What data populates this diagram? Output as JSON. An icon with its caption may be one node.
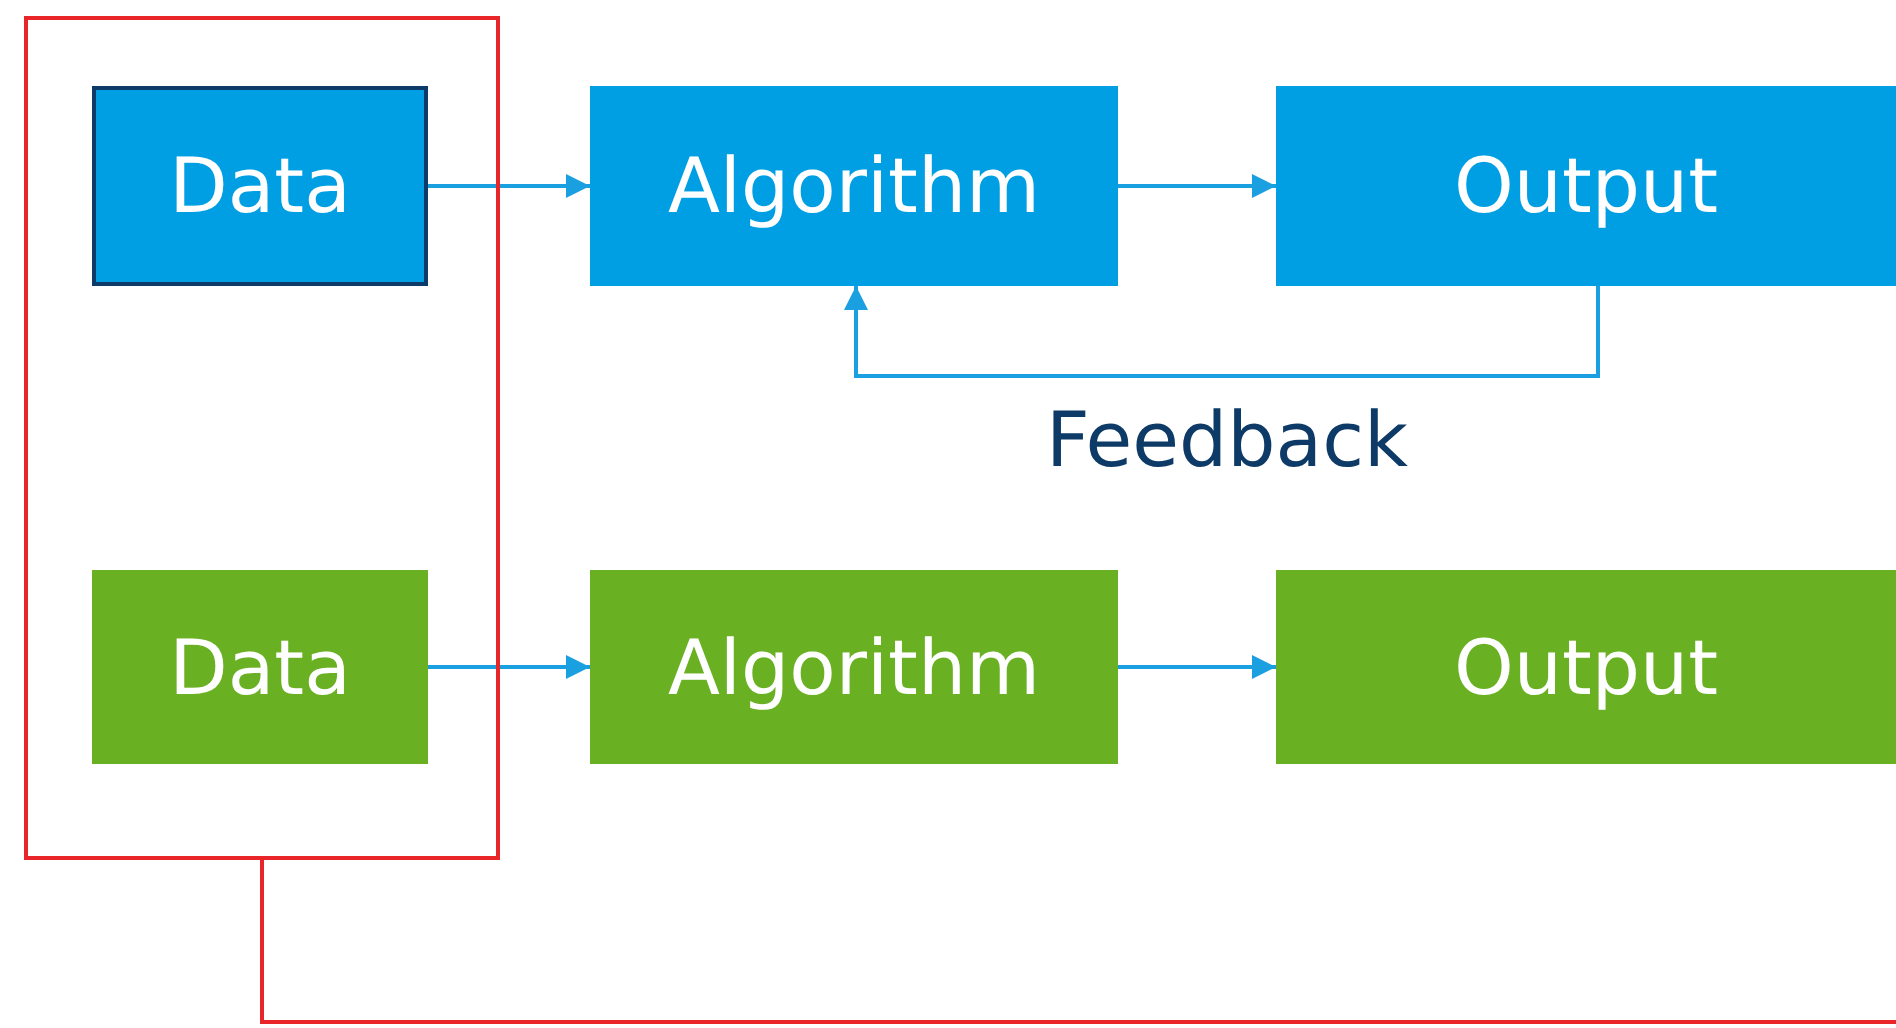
{
  "diagram": {
    "nodes": [
      {
        "text": [],
        "shape": "box"
      },
      {
        "text": [
          "Data"
        ],
        "in": 0
      },
      {
        "text": [
          "Algorithm"
        ]
      },
      {
        "text": [
          "Output"
        ]
      },
      {
        "text": [
          "Data"
        ],
        "in": 0
      },
      {
        "text": [
          "Algorithm"
        ]
      },
      {
        "text": [
          "Output"
        ]
      }
    ],
    "edges": [
      {
        "from": 1,
        "to": 2,
        "arrow": "to"
      },
      {
        "from": 2,
        "to": 3,
        "arrow": "to"
      },
      {
        "from": 3,
        "to": 2,
        "arrow": "to",
        "label": "Feedback"
      },
      {
        "from": 4,
        "to": 5,
        "arrow": "to"
      },
      {
        "from": 5,
        "to": 6,
        "arrow": "to"
      },
      {
        "from": 0,
        "to": null,
        "arrow": "none",
        "color": "#e8262a"
      }
    ]
  }
}
